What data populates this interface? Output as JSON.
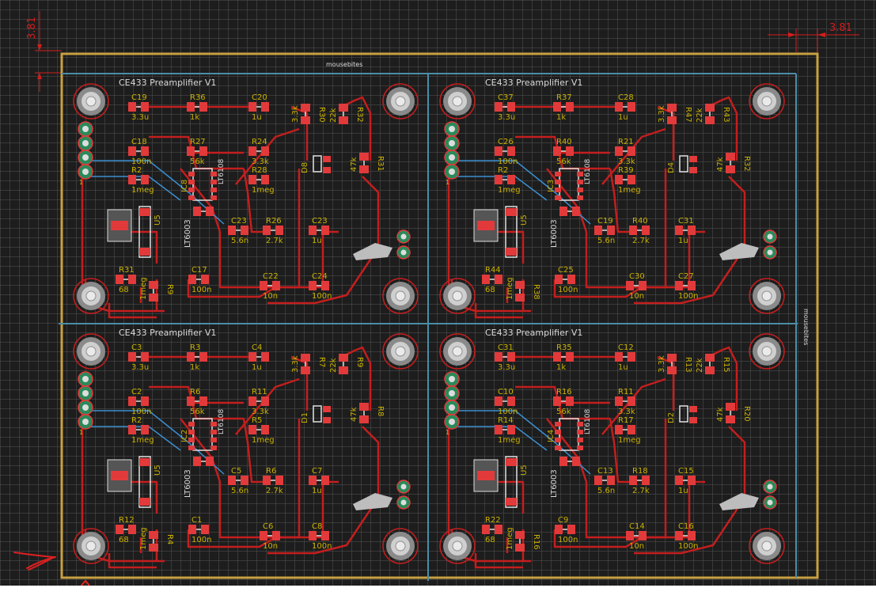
{
  "board": {
    "title": "CE433 Preamplifier V1",
    "panel_top_label": "mousebites",
    "panel_right_label": "mousebites"
  },
  "dimensions": {
    "top_left": "3.81",
    "top_right": "3.81"
  },
  "colors": {
    "background": "#1d1d1d",
    "grid": "#505050",
    "copper": "#c41e1e",
    "pad": "#e23a3a",
    "silkscreen": "#d9d9d9",
    "outline": "#c8a040",
    "vcut": "#4a8ea8",
    "airwire": "#3a8fd0",
    "dimension": "#d31d1d",
    "annotation": "#e02020"
  },
  "modules": [
    {
      "id": "top-left",
      "parts": {
        "cap_a": "C19",
        "cap_a_val": "3.3u",
        "res_a": "R36",
        "res_a_val": "1k",
        "cap_b": "C20",
        "cap_b_val": "1u",
        "res_b": "R30",
        "res_b_val": "3.3k",
        "res_c": "R32",
        "res_c_val": "22k",
        "cap_c": "C18",
        "cap_c_val": "100n",
        "res_d": "R27",
        "res_d_val": "56k",
        "res_e": "R24",
        "res_e_val": "3.3k",
        "res_f": "R28",
        "res_f_val": "1meg",
        "res_g": "R2",
        "res_g_val": "1meg",
        "diode": "D8",
        "res_h": "R31",
        "res_h_val": "47k",
        "ic": "IC8",
        "ic_name": "LT6108",
        "reg": "U5",
        "reg_name": "LT6003",
        "cap_d": "C23",
        "cap_d_val": "5.6n",
        "res_i": "R26",
        "res_i_val": "2.7k",
        "cap_e": "C23",
        "cap_e_val": "1u",
        "res_j": "R31",
        "res_j_val": "68",
        "res_k": "R9",
        "res_k_val": "1meg",
        "cap_f": "C17",
        "cap_f_val": "100n",
        "cap_g": "C22",
        "cap_g_val": "10n",
        "cap_h": "C24",
        "cap_h_val": "100n"
      }
    },
    {
      "id": "top-right",
      "parts": {
        "cap_a": "C37",
        "cap_a_val": "3.3u",
        "res_a": "R37",
        "res_a_val": "1k",
        "cap_b": "C28",
        "cap_b_val": "1u",
        "res_b": "R47",
        "res_b_val": "3.3k",
        "res_c": "R43",
        "res_c_val": "22k",
        "cap_c": "C26",
        "cap_c_val": "100n",
        "res_d": "R40",
        "res_d_val": "56k",
        "res_e": "R21",
        "res_e_val": "3.3k",
        "res_f": "R39",
        "res_f_val": "1meg",
        "res_g": "R2",
        "res_g_val": "1meg",
        "diode": "D4",
        "res_h": "R32",
        "res_h_val": "47k",
        "ic": "IC3",
        "ic_name": "LT6108",
        "reg": "U5",
        "reg_name": "LT6003",
        "cap_d": "C19",
        "cap_d_val": "5.6n",
        "res_i": "R40",
        "res_i_val": "2.7k",
        "cap_e": "C31",
        "cap_e_val": "1u",
        "res_j": "R44",
        "res_j_val": "68",
        "res_k": "R38",
        "res_k_val": "1meg",
        "cap_f": "C25",
        "cap_f_val": "100n",
        "cap_g": "C30",
        "cap_g_val": "10n",
        "cap_h": "C27",
        "cap_h_val": "100n"
      }
    },
    {
      "id": "bottom-left",
      "parts": {
        "cap_a": "C3",
        "cap_a_val": "3.3u",
        "res_a": "R3",
        "res_a_val": "1k",
        "cap_b": "C4",
        "cap_b_val": "1u",
        "res_b": "R7",
        "res_b_val": "3.3k",
        "res_c": "R9",
        "res_c_val": "22k",
        "cap_c": "C2",
        "cap_c_val": "100n",
        "res_d": "R6",
        "res_d_val": "56k",
        "res_e": "R11",
        "res_e_val": "3.3k",
        "res_f": "R5",
        "res_f_val": "1meg",
        "res_g": "R2",
        "res_g_val": "1meg",
        "diode": "D1",
        "res_h": "R8",
        "res_h_val": "47k",
        "ic": "IC2",
        "ic_name": "LT6108",
        "reg": "U5",
        "reg_name": "LT6003",
        "cap_d": "C5",
        "cap_d_val": "5.6n",
        "res_i": "R6",
        "res_i_val": "2.7k",
        "cap_e": "C7",
        "cap_e_val": "1u",
        "res_j": "R12",
        "res_j_val": "68",
        "res_k": "R4",
        "res_k_val": "1meg",
        "cap_f": "C1",
        "cap_f_val": "100n",
        "cap_g": "C6",
        "cap_g_val": "10n",
        "cap_h": "C8",
        "cap_h_val": "100n"
      }
    },
    {
      "id": "bottom-right",
      "parts": {
        "cap_a": "C31",
        "cap_a_val": "3.3u",
        "res_a": "R35",
        "res_a_val": "1k",
        "cap_b": "C12",
        "cap_b_val": "1u",
        "res_b": "R13",
        "res_b_val": "3.3k",
        "res_c": "R15",
        "res_c_val": "22k",
        "cap_c": "C10",
        "cap_c_val": "100n",
        "res_d": "R16",
        "res_d_val": "56k",
        "res_e": "R11",
        "res_e_val": "3.3k",
        "res_f": "R17",
        "res_f_val": "1meg",
        "res_g": "R14",
        "res_g_val": "1meg",
        "diode": "D2",
        "res_h": "R20",
        "res_h_val": "47k",
        "ic": "IC4",
        "ic_name": "LT6108",
        "reg": "U5",
        "reg_name": "LT6003",
        "cap_d": "C13",
        "cap_d_val": "5.6n",
        "res_i": "R18",
        "res_i_val": "2.7k",
        "cap_e": "C15",
        "cap_e_val": "1u",
        "res_j": "R22",
        "res_j_val": "68",
        "res_k": "R16",
        "res_k_val": "1meg",
        "cap_f": "C9",
        "cap_f_val": "100n",
        "cap_g": "C14",
        "cap_g_val": "10n",
        "cap_h": "C16",
        "cap_h_val": "100n"
      }
    }
  ]
}
